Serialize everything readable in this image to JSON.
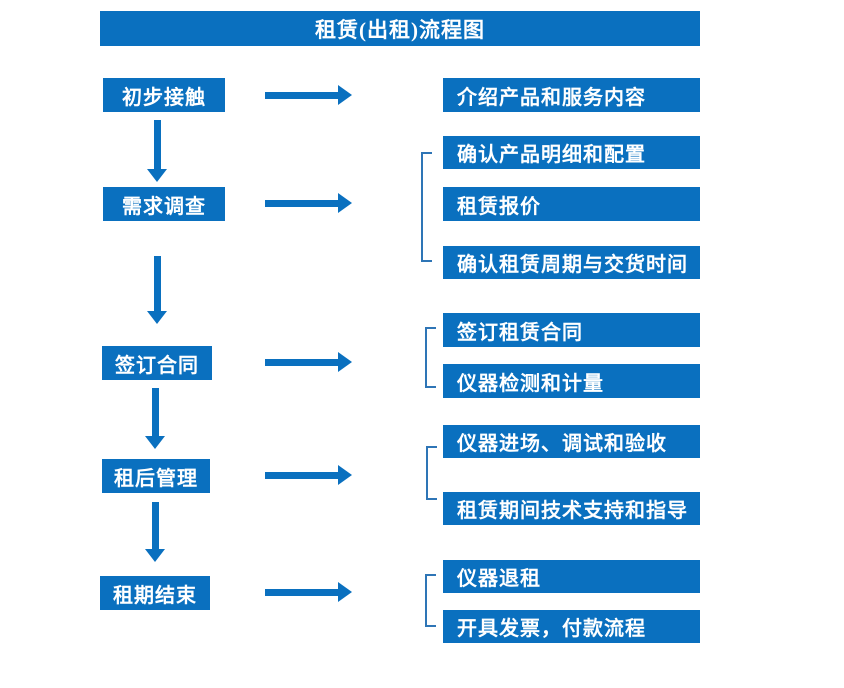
{
  "title": "租赁(出租)流程图",
  "colors": {
    "primary": "#0a70bf",
    "bracket": "#2e75b6",
    "text": "#ffffff"
  },
  "flow": [
    {
      "step": "初步接触",
      "details": [
        "介绍产品和服务内容"
      ]
    },
    {
      "step": "需求调查",
      "details": [
        "确认产品明细和配置",
        "租赁报价",
        "确认租赁周期与交货时间"
      ]
    },
    {
      "step": "签订合同",
      "details": [
        "签订租赁合同",
        "仪器检测和计量"
      ]
    },
    {
      "step": "租后管理",
      "details": [
        "仪器进场、调试和验收",
        "租赁期间技术支持和指导"
      ]
    },
    {
      "step": "租期结束",
      "details": [
        "仪器退租",
        "开具发票，付款流程"
      ]
    }
  ]
}
